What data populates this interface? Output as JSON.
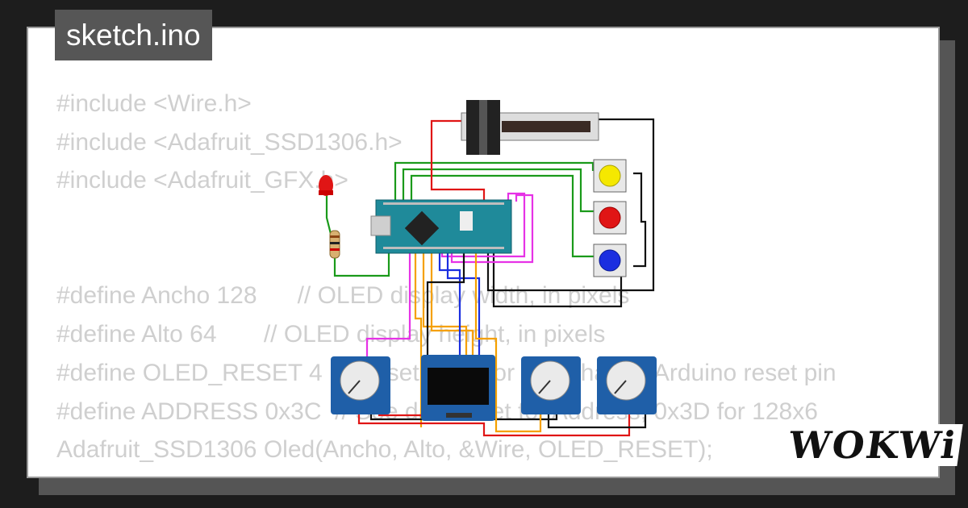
{
  "file_tab": {
    "label": "sketch.ino"
  },
  "code_lines": [
    "#include <Wire.h>",
    "#include <Adafruit_SSD1306.h>",
    "#include <Adafruit_GFX.h>",
    "",
    "",
    "#define Ancho 128      // OLED display width, in pixels",
    "#define Alto 64       // OLED display height, in pixels",
    "#define OLED_RESET 4  // Reset pin # (or -1 if sharing Arduino reset pin",
    "#define ADDRESS 0x3C  // See datasheet for Address; 0x3D for 128x6",
    "Adafruit_SSD1306 Oled(Ancho, Alto, &Wire, OLED_RESET);"
  ],
  "brand": {
    "logo": "WOKWi"
  },
  "colors": {
    "button_yellow": "#f5e800",
    "button_red": "#e01515",
    "button_blue": "#1a2ee0",
    "board_teal": "#1f8a9a",
    "pot_blue": "#1f5fa8"
  }
}
